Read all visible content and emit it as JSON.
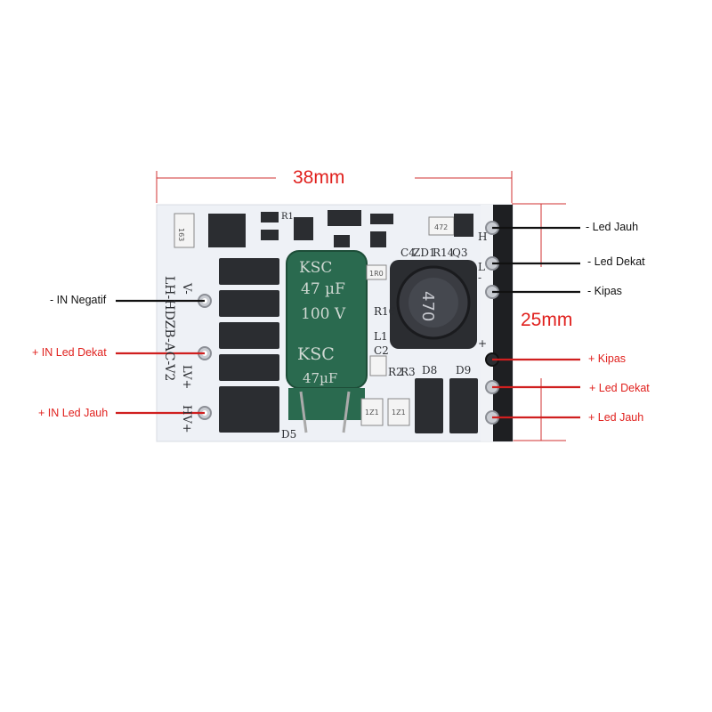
{
  "dimensions": {
    "width_label": "38mm",
    "height_label": "25mm"
  },
  "board": {
    "silkscreen_model": "LH-HDZB-AC-V2",
    "pin_labels_left": [
      "V-",
      "LV+",
      "HV+"
    ],
    "pin_labels_right": [
      "H",
      "L",
      "+",
      "-"
    ],
    "component_refs": [
      "C4",
      "ZD1",
      "R14",
      "Q3",
      "R16",
      "L1",
      "C2",
      "R3",
      "R2",
      "D8",
      "D9",
      "D5",
      "R1"
    ],
    "capacitor": {
      "brand": "KSC",
      "value": "47 µF",
      "voltage": "100 V",
      "brand2": "KSC",
      "value2": "47µF"
    },
    "inductor_marking": "470",
    "resistor_markings": [
      "163",
      "1R0",
      "1Z1",
      "1Z1",
      "472"
    ],
    "colors": {
      "pcb": "#eef1f6",
      "capacitor": "#2a6a4f",
      "component": "#2b2d31",
      "accent": "#e0201d"
    }
  },
  "connections_left": [
    {
      "label": "- IN Negatif",
      "color": "black"
    },
    {
      "label": "+ IN Led Dekat",
      "color": "red"
    },
    {
      "label": "+ IN Led Jauh",
      "color": "red"
    }
  ],
  "connections_right": [
    {
      "label": "- Led Jauh",
      "color": "black"
    },
    {
      "label": "- Led Dekat",
      "color": "black"
    },
    {
      "label": "- Kipas",
      "color": "black"
    },
    {
      "label": "+ Kipas",
      "color": "red"
    },
    {
      "label": "+ Led Dekat",
      "color": "red"
    },
    {
      "label": "+ Led Jauh",
      "color": "red"
    }
  ]
}
